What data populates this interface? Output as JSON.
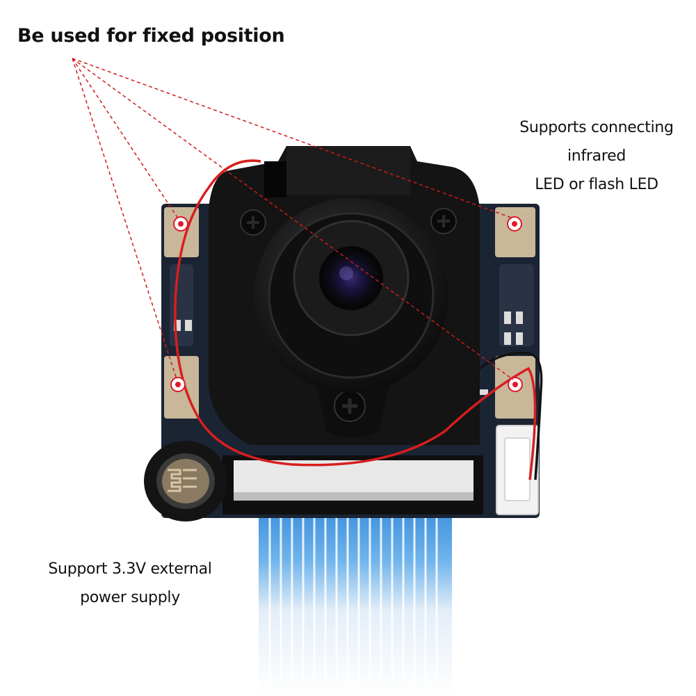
{
  "labels": {
    "fixed_position": "Be used for fixed position",
    "ir_led_line1": "Supports connecting",
    "ir_led_line2": "infrared",
    "ir_led_line3": "LED or flash LED",
    "power_line1": "Support  3.3V  external",
    "power_line2": "power supply"
  },
  "colors": {
    "background": "#ffffff",
    "pcb": "#1b2433",
    "camera_body": "#111111",
    "mount_hole_pad": "#c9b79a",
    "marker": "#e0182a",
    "red_wire": "#d81e1e",
    "ribbon": "#4a9ae0",
    "label_text": "#111111"
  },
  "icons": {
    "mount_marker": "red-target-circle",
    "screw": "cross-head-screw"
  }
}
